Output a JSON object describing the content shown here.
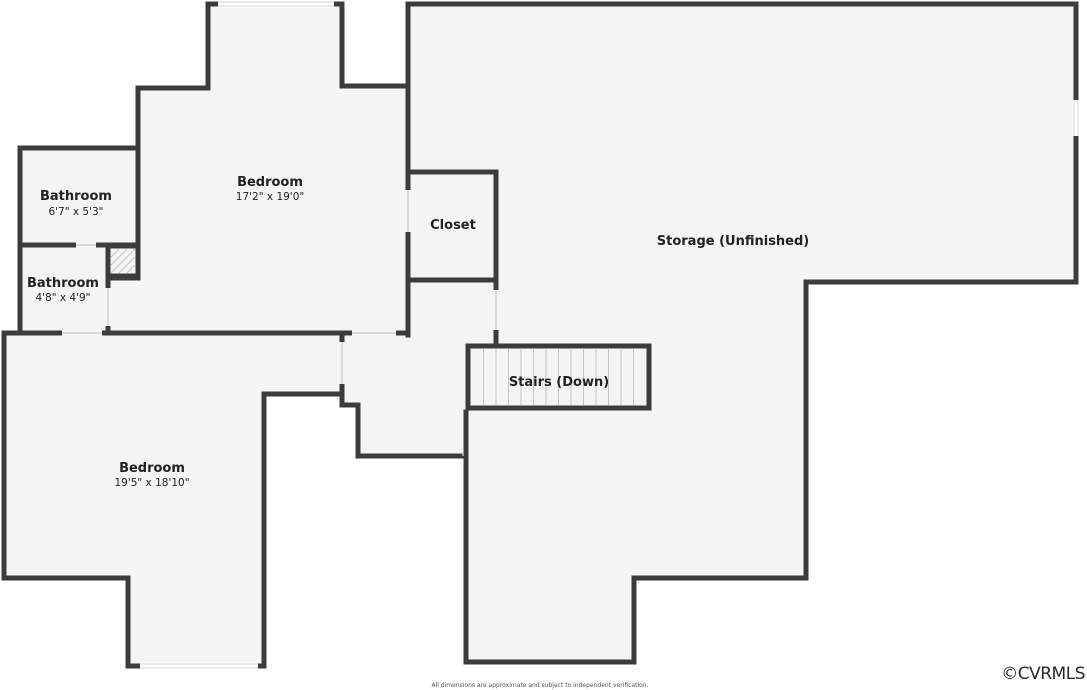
{
  "rooms": {
    "bedroom_upper": {
      "name": "Bedroom",
      "dims": "17'2\" x 19'0\""
    },
    "bathroom_1": {
      "name": "Bathroom",
      "dims": "6'7\" x 5'3\""
    },
    "bathroom_2": {
      "name": "Bathroom",
      "dims": "4'8\" x 4'9\""
    },
    "closet": {
      "name": "Closet"
    },
    "storage": {
      "name": "Storage (Unfinished)"
    },
    "stairs": {
      "name": "Stairs (Down)"
    },
    "bedroom_lower": {
      "name": "Bedroom",
      "dims": "19'5\" x 18'10\""
    }
  },
  "footer": {
    "disclaimer": "All dimensions are approximate and subject to independent verification.",
    "watermark": "©CVRMLS"
  },
  "colors": {
    "wall": "#3c3c3c",
    "floor": "#f4f4f4",
    "background": "#ffffff"
  }
}
